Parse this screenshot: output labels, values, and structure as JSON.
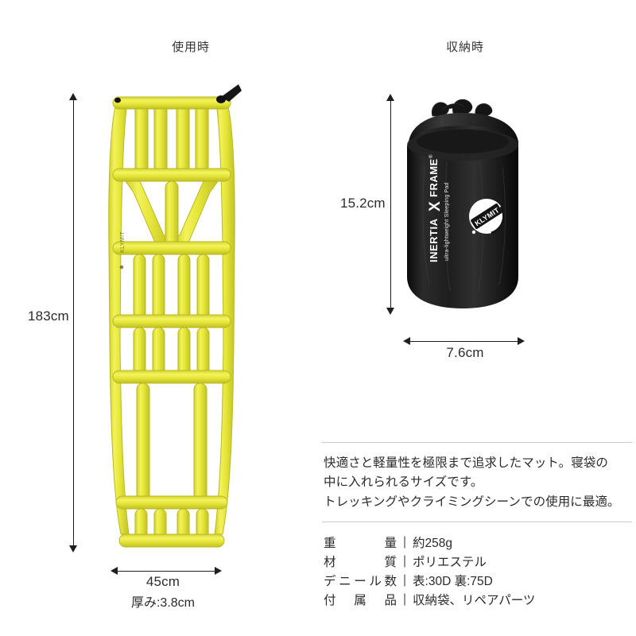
{
  "columns": {
    "in_use_header": "使用時",
    "packed_header": "収納時"
  },
  "mat": {
    "height_label": "183cm",
    "width_label": "45cm",
    "thickness_label": "厚み:3.8cm",
    "color": "#e9e93c",
    "color_shadow": "#c9c92a",
    "valve_color": "#1c1c1c"
  },
  "sack": {
    "height_label": "15.2cm",
    "width_label": "7.6cm",
    "color": "#1a1a1a",
    "brand_line1": "INERTIA",
    "brand_x": "X",
    "brand_line2": "FRAME",
    "brand_tm": "®",
    "tagline": "ultra-lightweight Sleeping Pad",
    "logo_text": "KLYMIT"
  },
  "info": {
    "description_lines": [
      "快適さと軽量性を極限まで追求したマット。寝袋の",
      "中に入れられるサイズです。",
      "トレッキングやクライミングシーンでの使用に最適。"
    ],
    "separator": "|",
    "specs": [
      {
        "label": "重量",
        "value": "約258g"
      },
      {
        "label": "材質",
        "value": "ポリエステル"
      },
      {
        "label": "デニール数",
        "value": "表:30D 裏:75D"
      },
      {
        "label": "付属品",
        "value": "収納袋、リペアパーツ"
      }
    ]
  }
}
